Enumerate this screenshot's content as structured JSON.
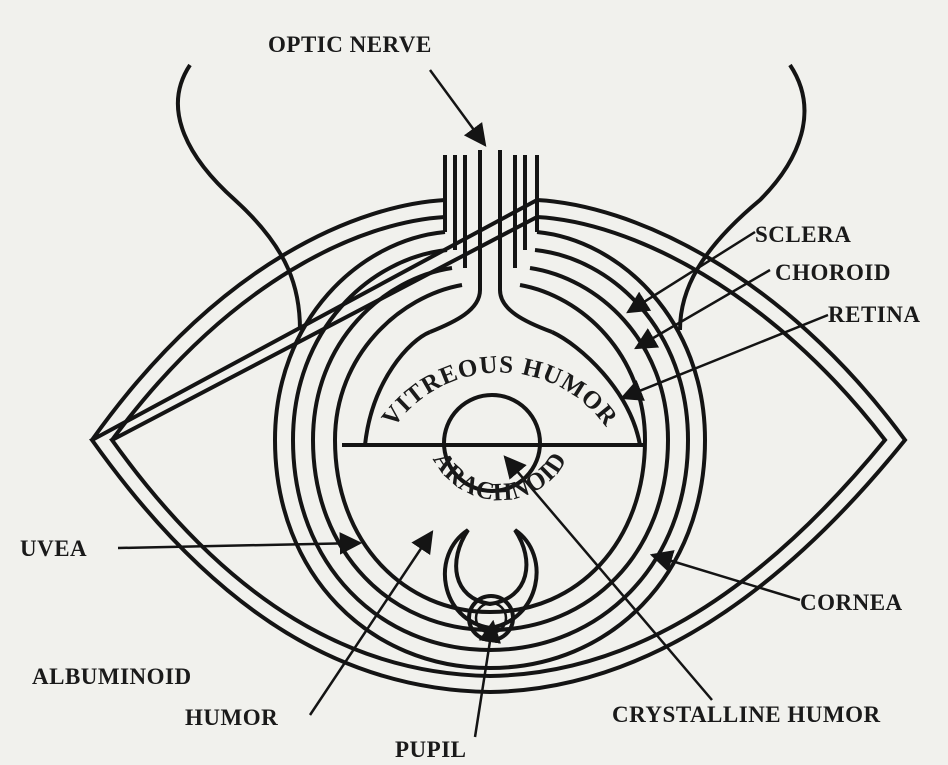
{
  "labels": {
    "optic_nerve": "OPTIC NERVE",
    "sclera": "SCLERA",
    "choroid": "CHOROID",
    "retina": "RETINA",
    "uvea": "UVEA",
    "cornea": "CORNEA",
    "albuminoid": "ALBUMINOID",
    "humor": "HUMOR",
    "pupil": "PUPIL",
    "crystalline_humor": "CRYSTALLINE HUMOR",
    "vitreous_humor": "VITREOUS HUMOR",
    "arachnoid": "ARACHNOID"
  },
  "colors": {
    "ink": "#141414",
    "paper": "#f1f1ed"
  }
}
